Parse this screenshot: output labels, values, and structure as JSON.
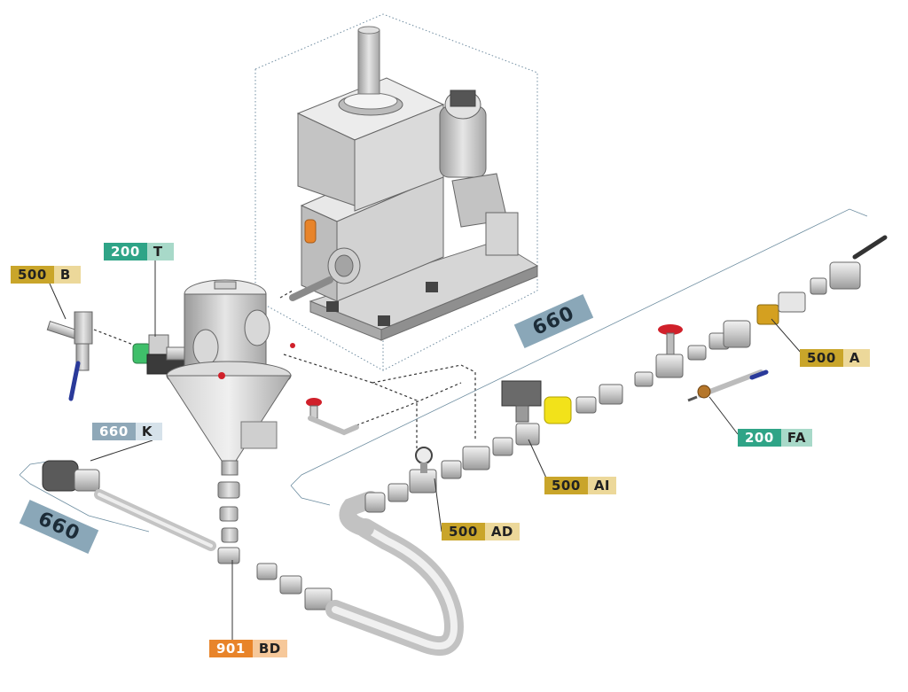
{
  "labels": {
    "t200": {
      "num": "200",
      "code": "T"
    },
    "b500": {
      "num": "500",
      "code": "B"
    },
    "k660": {
      "num": "660",
      "code": "K"
    },
    "a500": {
      "num": "500",
      "code": "A"
    },
    "fa200": {
      "num": "200",
      "code": "FA"
    },
    "ai500": {
      "num": "500",
      "code": "AI"
    },
    "ad500": {
      "num": "500",
      "code": "AD"
    },
    "bd901": {
      "num": "901",
      "code": "BD"
    }
  },
  "zones": {
    "zone_right": "660",
    "zone_left": "660"
  },
  "colors": {
    "gold": "#c9a52a",
    "green": "#2fa487",
    "blue_grey": "#8fa8b8",
    "orange": "#e8842a",
    "valve_red": "#d0202a",
    "valve_yellow": "#f2e21a",
    "handle_blue": "#2a3a9a",
    "metal": "#c8c8c8"
  }
}
